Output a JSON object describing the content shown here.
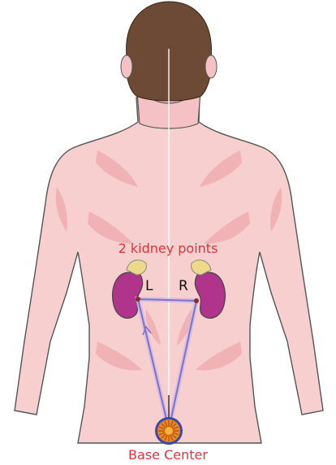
{
  "diagram": {
    "caption": "2 kidney points",
    "left_marker": "L",
    "right_marker": "R",
    "footer_label": "Base Center"
  },
  "colors": {
    "skin": "#f7cfcf",
    "skin_shadow": "#efadb0",
    "hair": "#6d4a35",
    "kidney": "#b0348c",
    "adrenal": "#ecd98a",
    "path_line": "#7a73c8",
    "path_glow": "#cdb6ea",
    "label_red": "#e0343b",
    "base_center": "#e98a1e",
    "base_center_ring": "#3c49a8"
  }
}
